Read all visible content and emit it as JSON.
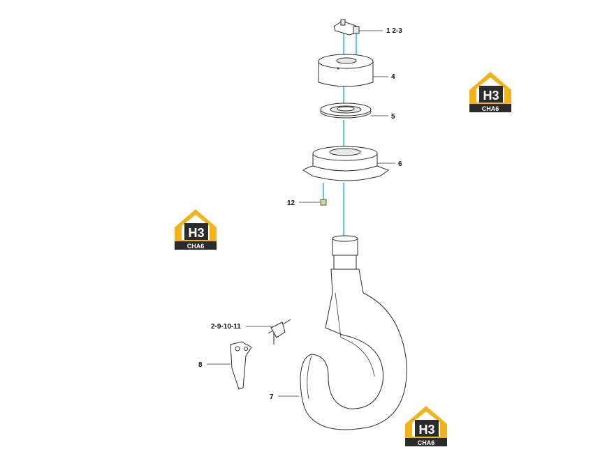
{
  "callouts": {
    "c123": "1 2-3",
    "c4": "4",
    "c5": "5",
    "c6": "6",
    "c12": "12",
    "c291011": "2-9-10-11",
    "c8": "8",
    "c7": "7"
  },
  "watermark": {
    "mark": "H3",
    "caption": "CHA6",
    "colors": {
      "gold": "#f2b21a",
      "dark": "#2b2b2b",
      "text": "#ffffff"
    }
  },
  "colors": {
    "axis": "#2ec4c4",
    "line": "#2a2a2a"
  }
}
